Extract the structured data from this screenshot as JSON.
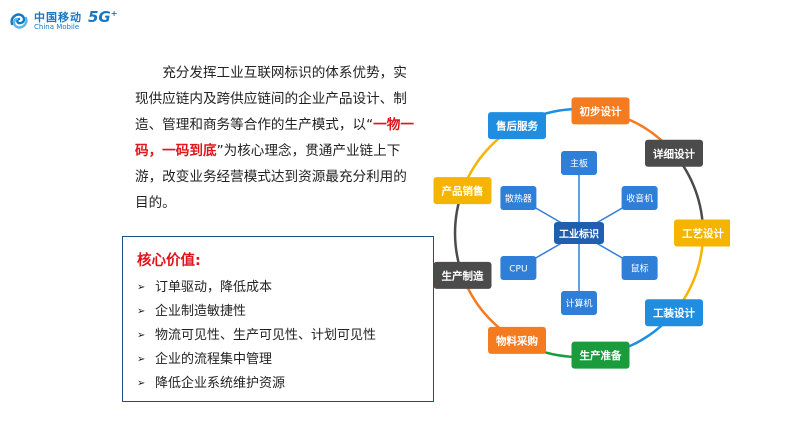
{
  "header": {
    "logo_cn": "中国移动",
    "logo_en": "China Mobile",
    "logo_5g": "5G",
    "logo_5g_plus": "+"
  },
  "intro": {
    "text_before": "充分发挥工业互联网标识的体系优势，实现供应链内及跨供应链间的企业产品设计、制造、管理和商务等合作的生产模式，以“",
    "highlight": "一物一码，一码到底",
    "text_after": "”为核心理念，贯通产业链上下游，改变业务经营模式达到资源最充分利用的目的。"
  },
  "core_value": {
    "title": "核心价值:",
    "items": [
      "订单驱动，降低成本",
      "企业制造敏捷性",
      "物流可见性、生产可见性、计划可见性",
      "企业的流程集中管理",
      "降低企业系统维护资源"
    ]
  },
  "diagram": {
    "center": "工业标识",
    "inner_nodes": [
      "主板",
      "收音机",
      "鼠标",
      "计算机",
      "CPU",
      "散热器"
    ],
    "outer_nodes": [
      {
        "label": "初步设计",
        "color": "#f47b20"
      },
      {
        "label": "详细设计",
        "color": "#4b4b4b"
      },
      {
        "label": "工艺设计",
        "color": "#f5b400"
      },
      {
        "label": "工装设计",
        "color": "#1f8ee0"
      },
      {
        "label": "生产准备",
        "color": "#1a9b3c"
      },
      {
        "label": "物料采购",
        "color": "#f47b20"
      },
      {
        "label": "生产制造",
        "color": "#4b4b4b"
      },
      {
        "label": "产品销售",
        "color": "#f5b400"
      },
      {
        "label": "售后服务",
        "color": "#1f8ee0"
      }
    ],
    "ring_colors": [
      "#f47b20",
      "#4b4b4b",
      "#f5b400",
      "#1f8ee0",
      "#1a9b3c",
      "#f47b20",
      "#4b4b4b",
      "#f5b400",
      "#1f8ee0"
    ],
    "inner_color": "#2f7fd8"
  }
}
